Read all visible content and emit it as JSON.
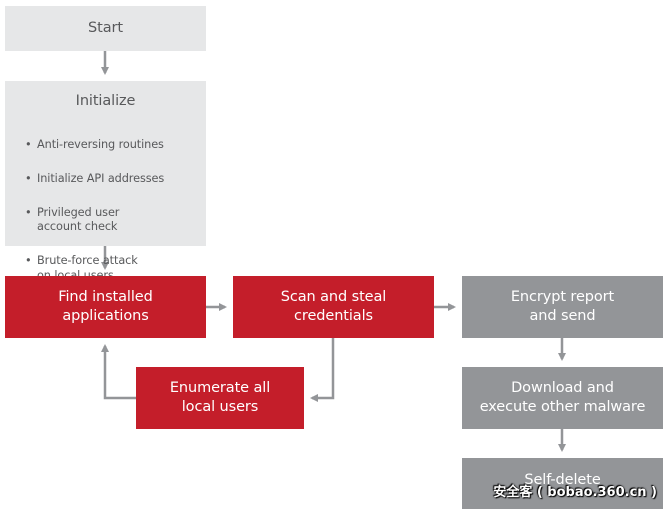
{
  "flowchart": {
    "start": {
      "label": "Start"
    },
    "initialize": {
      "title": "Initialize",
      "items": [
        "Anti-reversing routines",
        "Initialize API addresses",
        "Privileged user\naccount check",
        "Brute-force attack\non local users"
      ]
    },
    "find_apps": {
      "label": "Find installed\napplications"
    },
    "scan_steal": {
      "label": "Scan and steal\ncredentials"
    },
    "enumerate_users": {
      "label": "Enumerate all\nlocal users"
    },
    "encrypt_send": {
      "label": "Encrypt report\nand send"
    },
    "download_execute": {
      "label": "Download and\nexecute other malware"
    },
    "self_delete": {
      "label": "Self-delete"
    }
  },
  "colors": {
    "light_box": "#e6e7e8",
    "red_box": "#c41e2a",
    "gray_box": "#939598",
    "arrow": "#939598"
  },
  "watermark": "安全客 ( bobao.360.cn )"
}
